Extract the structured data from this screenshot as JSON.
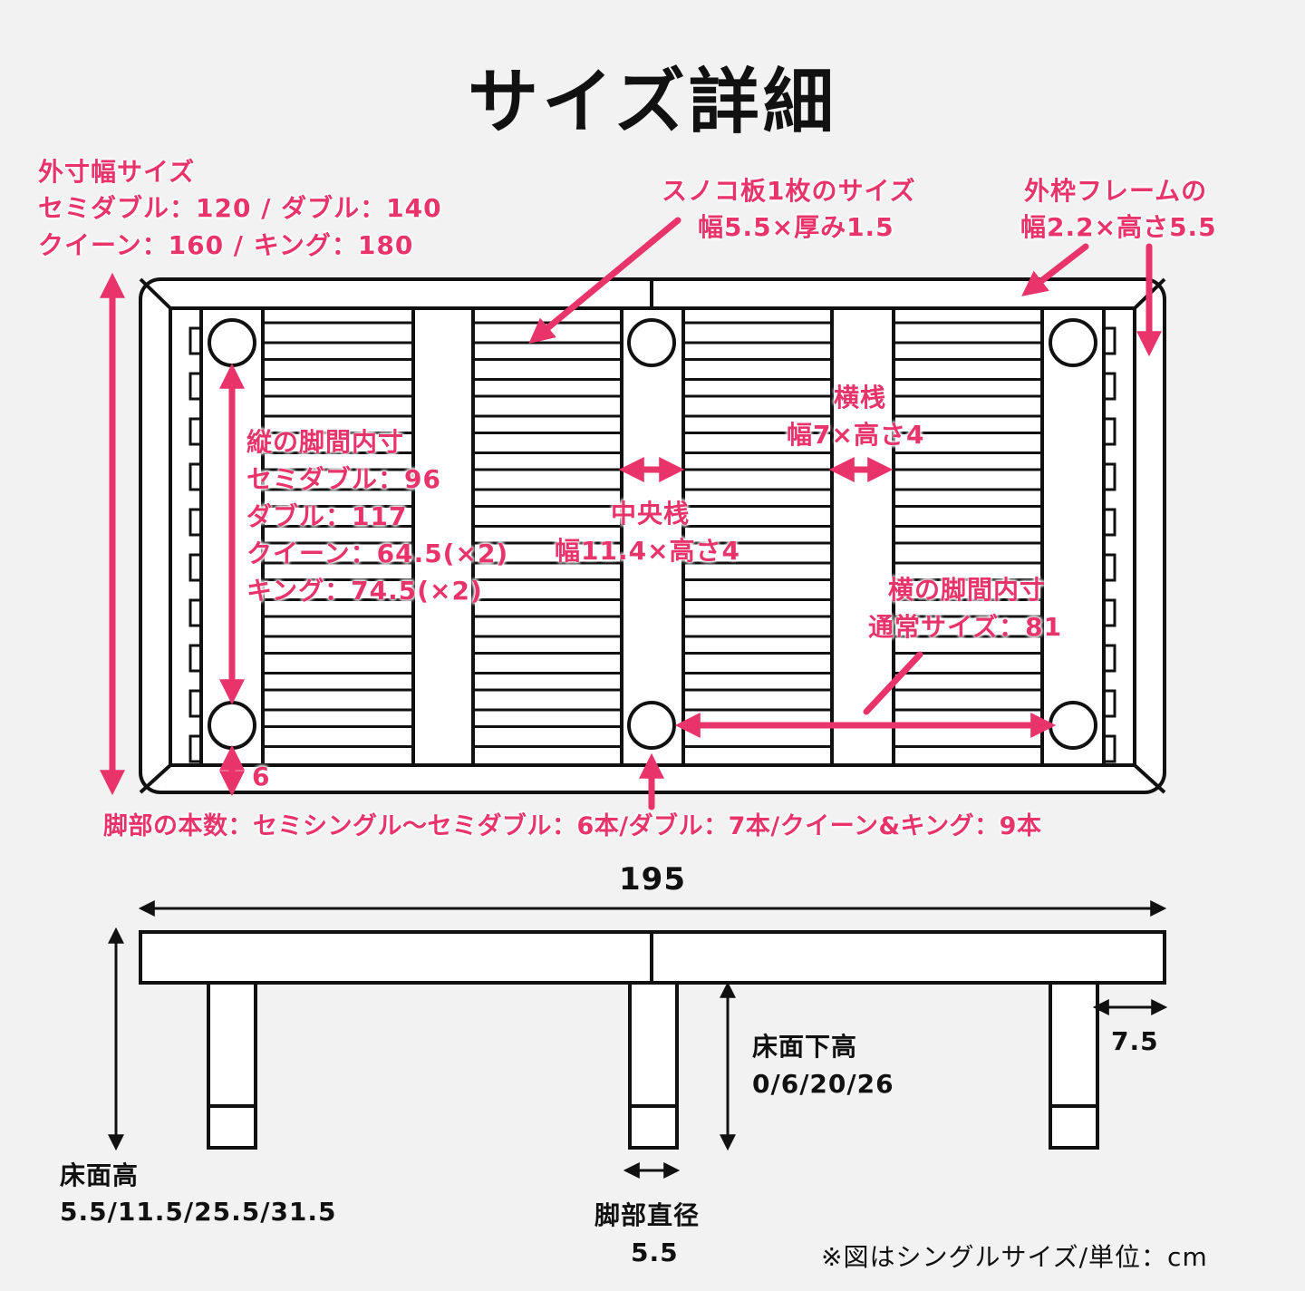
{
  "title": "サイズ詳細",
  "outer_width": {
    "heading": "外寸幅サイズ",
    "line1": "セミダブル：120 / ダブル：140",
    "line2": "クイーン：160 / キング：180"
  },
  "slat_size": {
    "line1": "スノコ板1枚のサイズ",
    "line2": "幅5.5×厚み1.5"
  },
  "frame": {
    "line1": "外枠フレームの",
    "line2": "幅2.2×高さ5.5"
  },
  "side_rail": {
    "line1": "横桟",
    "line2": "幅7×高さ4"
  },
  "vertical_leg_span": {
    "heading": "縦の脚間内寸",
    "semi_double": "セミダブル：96",
    "double": "ダブル：117",
    "queen": "クイーン：64.5(×2)",
    "king": "キング：74.5(×2)"
  },
  "center_rail": {
    "line1": "中央桟",
    "line2": "幅11.4×高さ4"
  },
  "horizontal_leg_span": {
    "line1": "横の脚間内寸",
    "line2": "通常サイズ：81"
  },
  "leg_offset": "6",
  "leg_count": "脚部の本数：セミシングル～セミダブル：6本/ダブル：7本/クイーン&キング：9本",
  "length": "195",
  "under_floor": {
    "line1": "床面下高",
    "line2": "0/6/20/26"
  },
  "leg_width": "7.5",
  "floor_height": {
    "line1": "床面高",
    "line2": "5.5/11.5/25.5/31.5"
  },
  "leg_diameter": {
    "line1": "脚部直径",
    "line2": "5.5"
  },
  "note": "※図はシングルサイズ/単位：cm",
  "colors": {
    "accent": "#e8336b",
    "line": "#111111",
    "background": "#f2f2f2",
    "fill": "#ffffff"
  }
}
